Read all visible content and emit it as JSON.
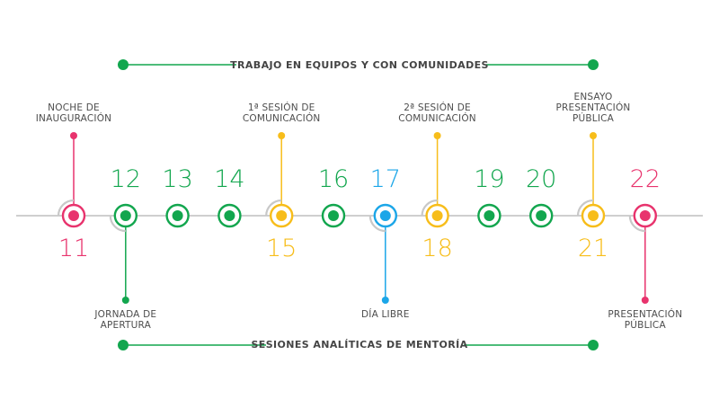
{
  "colors": {
    "pink": "#e8336d",
    "green": "#12a64e",
    "yellow": "#f7bd1a",
    "blue": "#1ba6e8",
    "axis": "#bfbfbf",
    "text": "#4d4d4d"
  },
  "top_band": {
    "label": "TRABAJO EN EQUIPOS Y CON COMUNIDADES"
  },
  "bottom_band": {
    "label": "SESIONES ANALÍTICAS DE MENTORÍA"
  },
  "days": [
    {
      "day": "11",
      "color": "pink",
      "number_position": "below",
      "event": {
        "position": "above",
        "lines": [
          "NOCHE DE",
          "INAUGURACIÓN"
        ]
      }
    },
    {
      "day": "12",
      "color": "green",
      "number_position": "above",
      "event": {
        "position": "below",
        "lines": [
          "JORNADA DE",
          "APERTURA"
        ]
      }
    },
    {
      "day": "13",
      "color": "green",
      "number_position": "above"
    },
    {
      "day": "14",
      "color": "green",
      "number_position": "above"
    },
    {
      "day": "15",
      "color": "yellow",
      "number_position": "below",
      "event": {
        "position": "above",
        "lines": [
          "1ª SESIÓN DE",
          "COMUNICACIÓN"
        ]
      }
    },
    {
      "day": "16",
      "color": "green",
      "number_position": "above"
    },
    {
      "day": "17",
      "color": "blue",
      "number_position": "above",
      "event": {
        "position": "below",
        "lines": [
          "DÍA LIBRE"
        ]
      }
    },
    {
      "day": "18",
      "color": "yellow",
      "number_position": "below",
      "event": {
        "position": "above",
        "lines": [
          "2ª SESIÓN DE",
          "COMUNICACIÓN"
        ]
      }
    },
    {
      "day": "19",
      "color": "green",
      "number_position": "above"
    },
    {
      "day": "20",
      "color": "green",
      "number_position": "above"
    },
    {
      "day": "21",
      "color": "yellow",
      "number_position": "below",
      "event": {
        "position": "above",
        "lines": [
          "ENSAYO",
          "PRESENTACIÓN",
          "PÚBLICA"
        ]
      }
    },
    {
      "day": "22",
      "color": "pink",
      "number_position": "above",
      "event": {
        "position": "below",
        "lines": [
          "PRESENTACIÓN",
          "PÚBLICA"
        ]
      }
    }
  ]
}
